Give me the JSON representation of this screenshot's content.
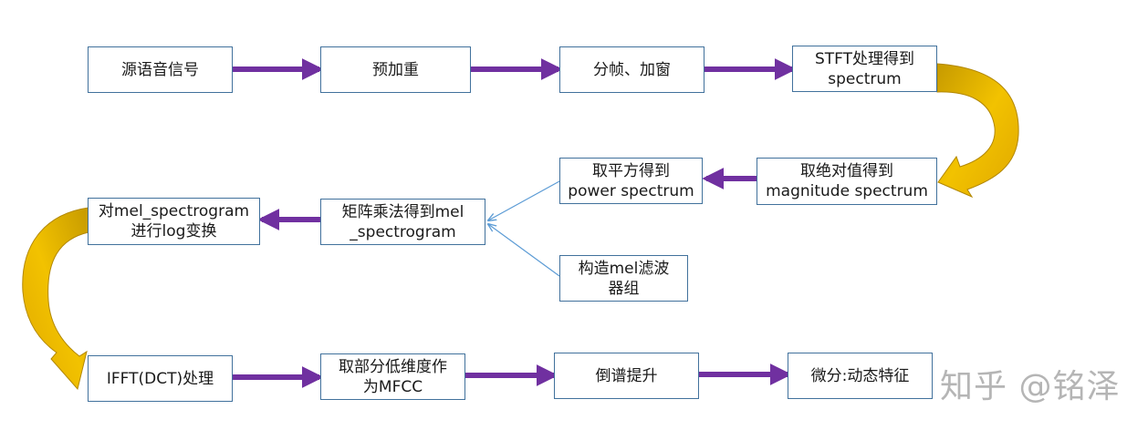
{
  "nodes": {
    "source": "源语音信号",
    "preemph": "预加重",
    "frame": "分帧、加窗",
    "stft": "STFT处理得到\nspectrum",
    "magnitude": "取绝对值得到\nmagnitude spectrum",
    "power": "取平方得到\npower spectrum",
    "melbank": "构造mel滤波\n器组",
    "matmul": "矩阵乘法得到mel\n_spectrogram",
    "log": "对mel_spectrogram\n进行log变换",
    "ifft": "IFFT(DCT)处理",
    "lowdim": "取部分低维度作\n为MFCC",
    "lifter": "倒谱提升",
    "delta": "微分:动态特征"
  },
  "watermark": "知乎 @铭泽",
  "colors": {
    "arrow": "#7030a0",
    "thin_arrow": "#5b9bd5",
    "curve_gold": "#c9a400",
    "curve_dark": "#b28700",
    "box_border": "#41719c"
  }
}
